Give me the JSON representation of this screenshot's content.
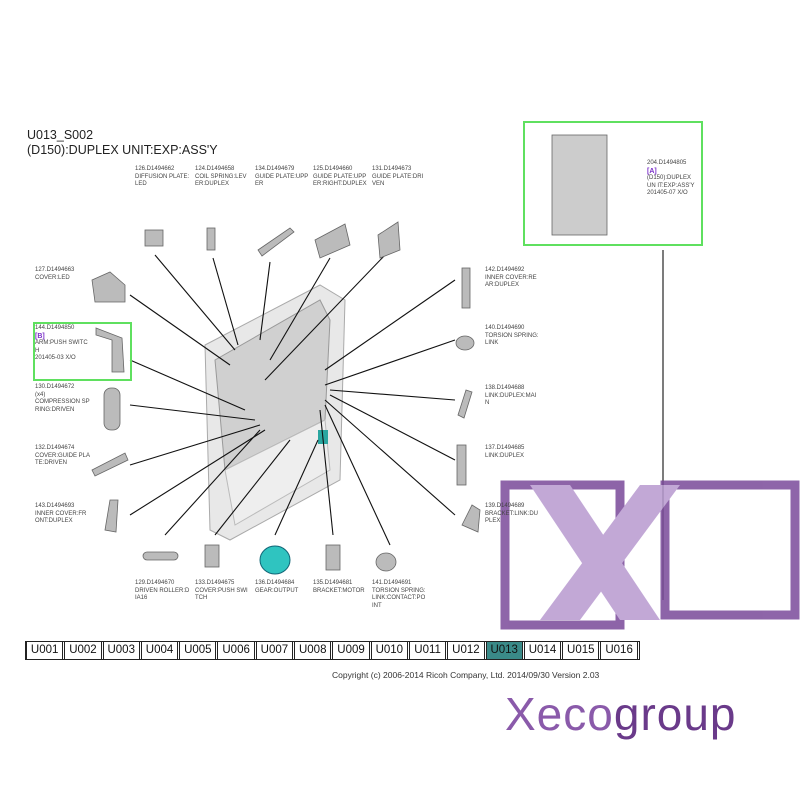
{
  "header": {
    "code": "U013_S002",
    "title": "(D150):DUPLEX UNIT:EXP:ASS'Y"
  },
  "assembly": {
    "id": "204.D1494805",
    "ref": "[A]",
    "name": "(D150):DUPLEX UN IT:EXP:ASS'Y",
    "note": "201405-07 X/O"
  },
  "parts_top": [
    {
      "id": "126.D1494662",
      "name": "DIFFUSION PLATE: LED"
    },
    {
      "id": "124.D1494658",
      "name": "COIL SPRING:LEV ER:DUPLEX"
    },
    {
      "id": "134.D1494679",
      "name": "GUIDE PLATE:UPP ER"
    },
    {
      "id": "125.D1494660",
      "name": "GUIDE PLATE:UPP ER:RIGHT:DUPLEX"
    },
    {
      "id": "131.D1494673",
      "name": "GUIDE PLATE:DRI VEN"
    }
  ],
  "parts_left": [
    {
      "id": "127.D1494663",
      "name": "COVER:LED"
    },
    {
      "id": "144.D1494850",
      "ref": "[B]",
      "name": "ARM:PUSH SWITC H",
      "note": "201405-03 X/O"
    },
    {
      "id": "130.D1494672",
      "qty": "(x4)",
      "name": "COMPRESSION SP RING:DRIVEN"
    },
    {
      "id": "132.D1494674",
      "name": "COVER:GUIDE PLA TE:DRIVEN"
    },
    {
      "id": "143.D1494693",
      "name": "INNER COVER:FR ONT:DUPLEX"
    }
  ],
  "parts_right": [
    {
      "id": "142.D1494692",
      "name": "INNER COVER:RE AR:DUPLEX"
    },
    {
      "id": "140.D1494690",
      "name": "TORSION SPRING: LINK"
    },
    {
      "id": "138.D1494688",
      "name": "LINK:DUPLEX:MAI N"
    },
    {
      "id": "137.D1494685",
      "name": "LINK:DUPLEX"
    },
    {
      "id": "139.D1494689",
      "name": "BRACKET:LINK:DU PLEX"
    }
  ],
  "parts_bottom": [
    {
      "id": "129.D1494670",
      "name": "DRIVEN ROLLER:D IA16"
    },
    {
      "id": "133.D1494675",
      "name": "COVER:PUSH SWI TCH"
    },
    {
      "id": "136.D1494684",
      "name": "GEAR:OUTPUT"
    },
    {
      "id": "135.D1494681",
      "name": "BRACKET:MOTOR"
    },
    {
      "id": "141.D1494691",
      "name": "TORSION SPRING: LINK:CONTACT:PO INT"
    }
  ],
  "tabs": [
    "U001",
    "U002",
    "U003",
    "U004",
    "U005",
    "U006",
    "U007",
    "U008",
    "U009",
    "U010",
    "U011",
    "U012",
    "U013",
    "U014",
    "U015",
    "U016"
  ],
  "active_tab": "U013",
  "copyright": "Copyright (c) 2006-2014 Ricoh Company, Ltd.    2014/09/30 Version 2.03",
  "watermark": {
    "brand": "Xeco",
    "suffix": "group"
  },
  "colors": {
    "highlight_box": "#5fe05f",
    "active_tab": "#3a8a88",
    "ref": "#7a2fc8",
    "watermark": "#7a4a9a"
  }
}
